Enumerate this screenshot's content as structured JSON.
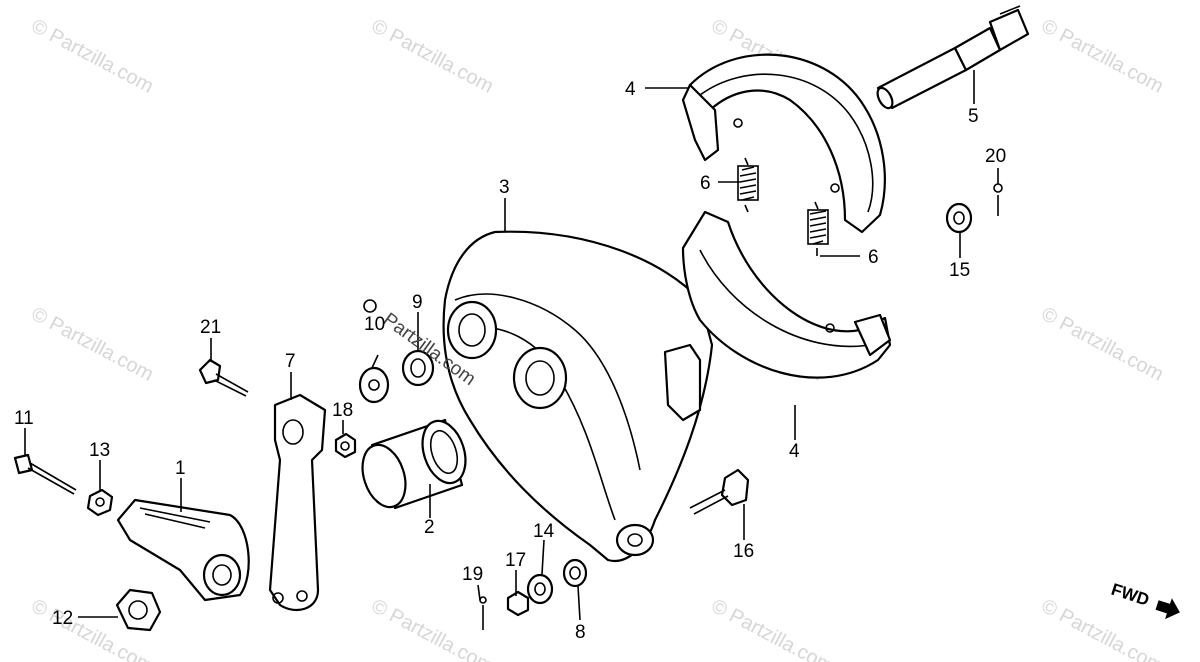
{
  "watermark_text": "© Partzilla.com",
  "inline_watermark_text": "Partzilla.com",
  "direction_label": "FWD",
  "callouts": [
    {
      "id": "label-1",
      "text": "1"
    },
    {
      "id": "label-2",
      "text": "2"
    },
    {
      "id": "label-3",
      "text": "3"
    },
    {
      "id": "label-4a",
      "text": "4"
    },
    {
      "id": "label-4b",
      "text": "4"
    },
    {
      "id": "label-5",
      "text": "5"
    },
    {
      "id": "label-6a",
      "text": "6"
    },
    {
      "id": "label-6b",
      "text": "6"
    },
    {
      "id": "label-7",
      "text": "7"
    },
    {
      "id": "label-8",
      "text": "8"
    },
    {
      "id": "label-9",
      "text": "9"
    },
    {
      "id": "label-10",
      "text": "10"
    },
    {
      "id": "label-11",
      "text": "11"
    },
    {
      "id": "label-12",
      "text": "12"
    },
    {
      "id": "label-13",
      "text": "13"
    },
    {
      "id": "label-14",
      "text": "14"
    },
    {
      "id": "label-15",
      "text": "15"
    },
    {
      "id": "label-16",
      "text": "16"
    },
    {
      "id": "label-17",
      "text": "17"
    },
    {
      "id": "label-18",
      "text": "18"
    },
    {
      "id": "label-19",
      "text": "19"
    },
    {
      "id": "label-20",
      "text": "20"
    },
    {
      "id": "label-21",
      "text": "21"
    }
  ]
}
